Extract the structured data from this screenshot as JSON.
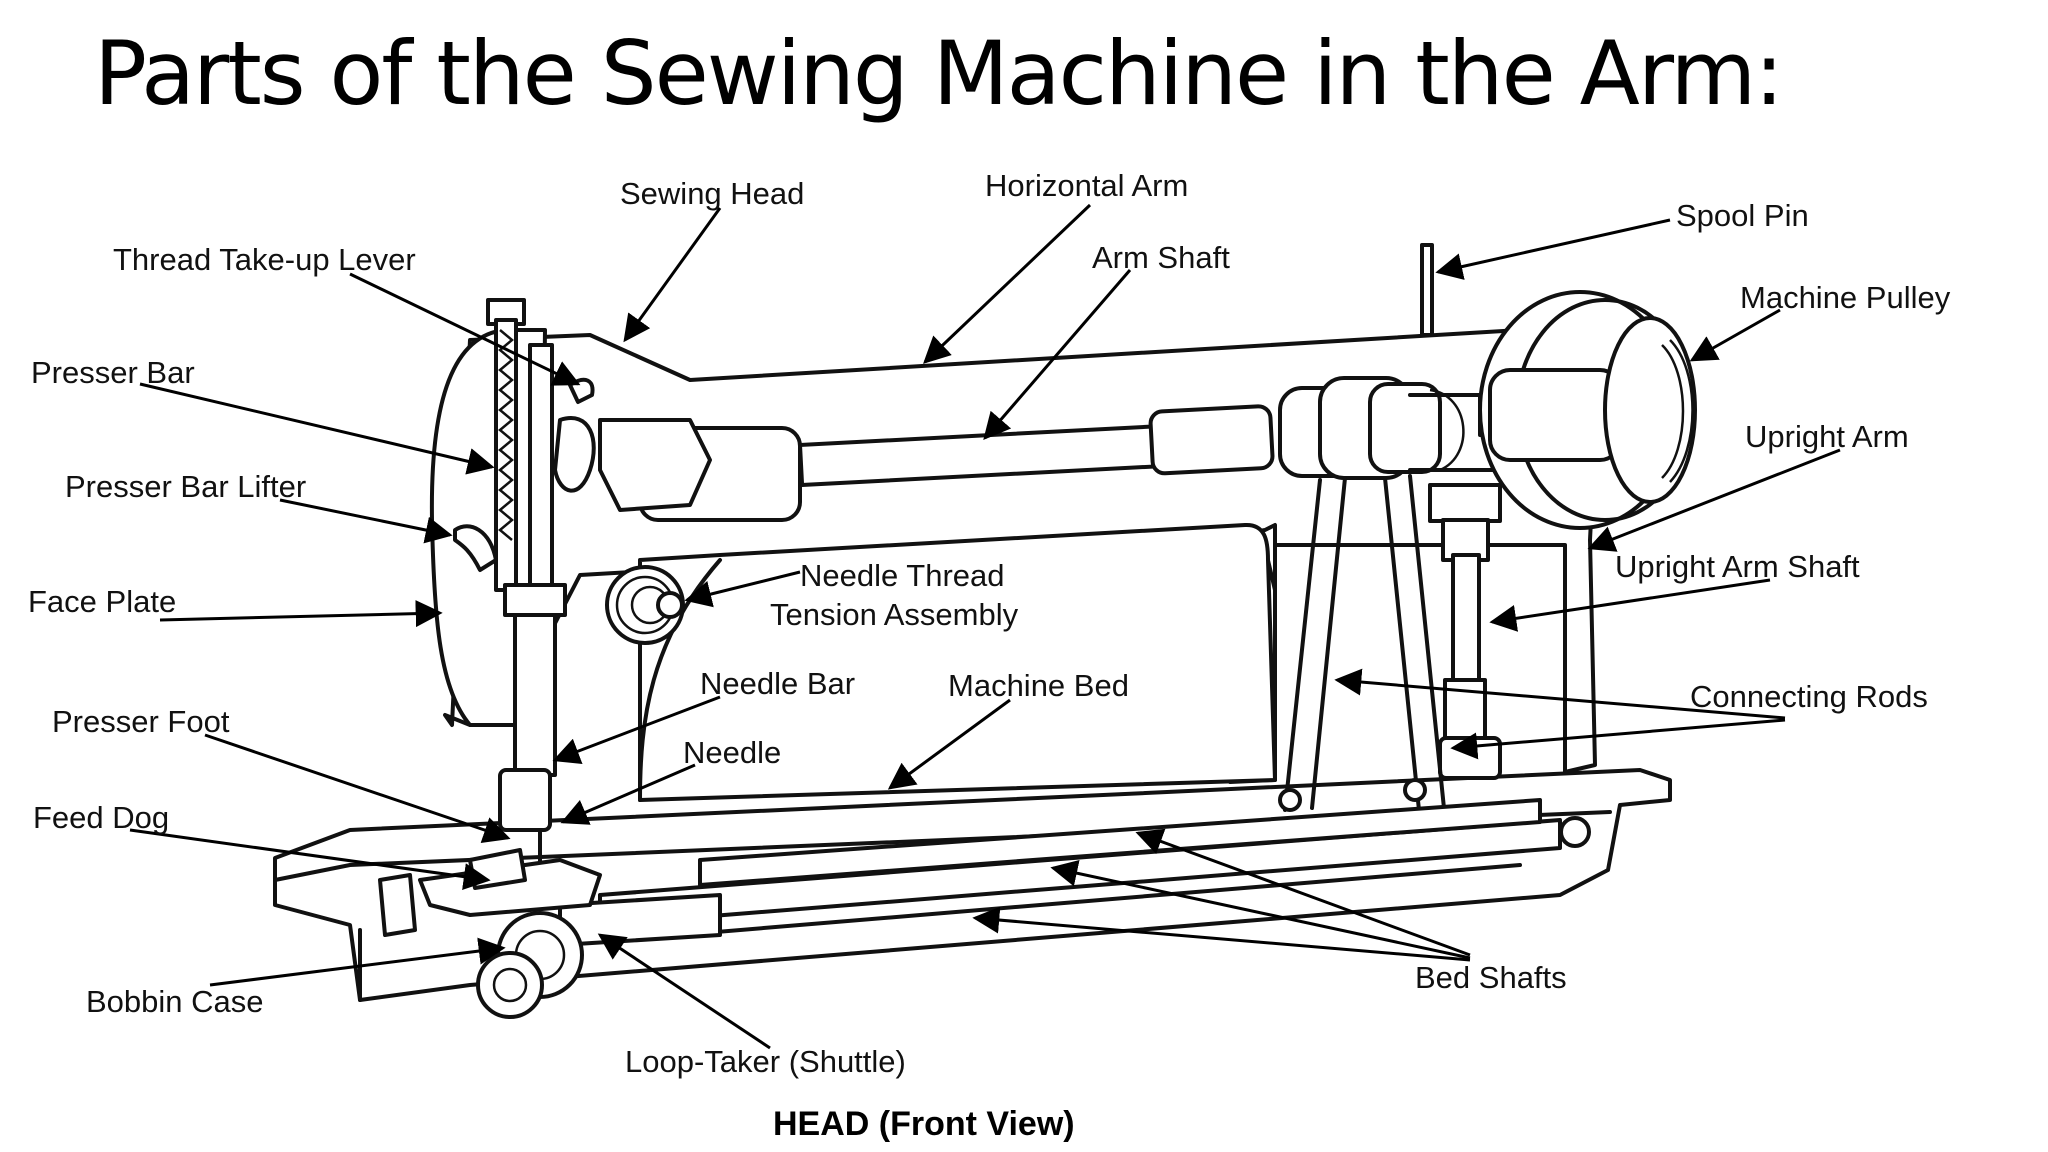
{
  "title": "Parts of the Sewing Machine in the Arm:",
  "caption": "HEAD (Front View)",
  "labels": {
    "sewing_head": "Sewing Head",
    "horizontal_arm": "Horizontal Arm",
    "spool_pin": "Spool Pin",
    "thread_take_up_lever": "Thread Take-up Lever",
    "arm_shaft": "Arm Shaft",
    "machine_pulley": "Machine Pulley",
    "presser_bar": "Presser Bar",
    "upright_arm": "Upright Arm",
    "presser_bar_lifter": "Presser Bar Lifter",
    "needle_thread_1": "Needle Thread",
    "needle_thread_2": "Tension Assembly",
    "upright_arm_shaft": "Upright Arm Shaft",
    "face_plate": "Face Plate",
    "needle_bar": "Needle Bar",
    "machine_bed": "Machine Bed",
    "connecting_rods": "Connecting Rods",
    "presser_foot": "Presser Foot",
    "needle": "Needle",
    "feed_dog": "Feed Dog",
    "bobbin_case": "Bobbin Case",
    "bed_shafts": "Bed Shafts",
    "loop_taker": "Loop-Taker (Shuttle)"
  }
}
